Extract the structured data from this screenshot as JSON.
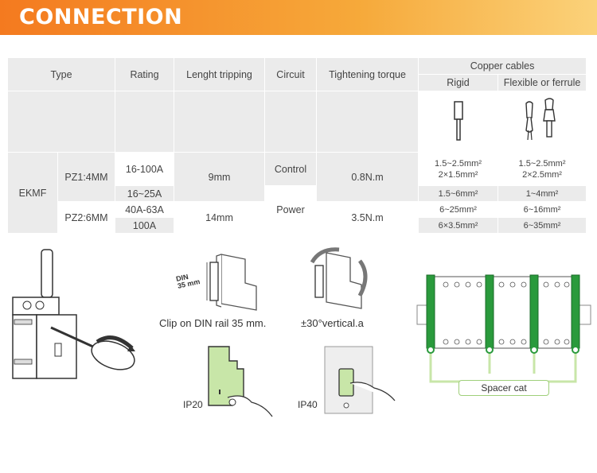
{
  "title": "CONNECTION",
  "table": {
    "headers": {
      "type": "Type",
      "rating": "Rating",
      "tripping": "Lenght tripping",
      "circuit": "Circuit",
      "torque": "Tightening torque",
      "copper": "Copper cables",
      "rigid": "Rigid",
      "flexible": "Flexible or ferrule"
    },
    "model": "EKMF",
    "rows": {
      "pz1": "PZ1:4MM",
      "pz2": "PZ2:6MM",
      "r1": "16-100A",
      "r2": "16~25A",
      "r3": "40A-63A",
      "r4": "100A",
      "len1": "9mm",
      "len2": "14mm",
      "circ1": "Control",
      "circ2": "Power",
      "torq1": "0.8N.m",
      "torq2": "3.5N.m",
      "rig1a": "1.5~2.5mm²",
      "rig1b": "2×1.5mm²",
      "rig2": "1.5~6mm²",
      "rig3": "6~25mm²",
      "rig4": "6×3.5mm²",
      "flx1a": "1.5~2.5mm²",
      "flx1b": "2×2.5mm²",
      "flx2": "1~4mm²",
      "flx3": "6~16mm²",
      "flx4": "6~35mm²"
    }
  },
  "illustrations": {
    "din_label_1": "DIN",
    "din_label_2": "35 mm",
    "clip_caption": "Clip on DIN rail 35 mm.",
    "vertical_caption": "±30°vertical.a",
    "ip20": "IP20",
    "ip40": "IP40",
    "spacer": "Spacer cat"
  },
  "colors": {
    "accent": "#f47a1f",
    "green": "#2a9a3c",
    "light_green": "#c8e6a8"
  }
}
